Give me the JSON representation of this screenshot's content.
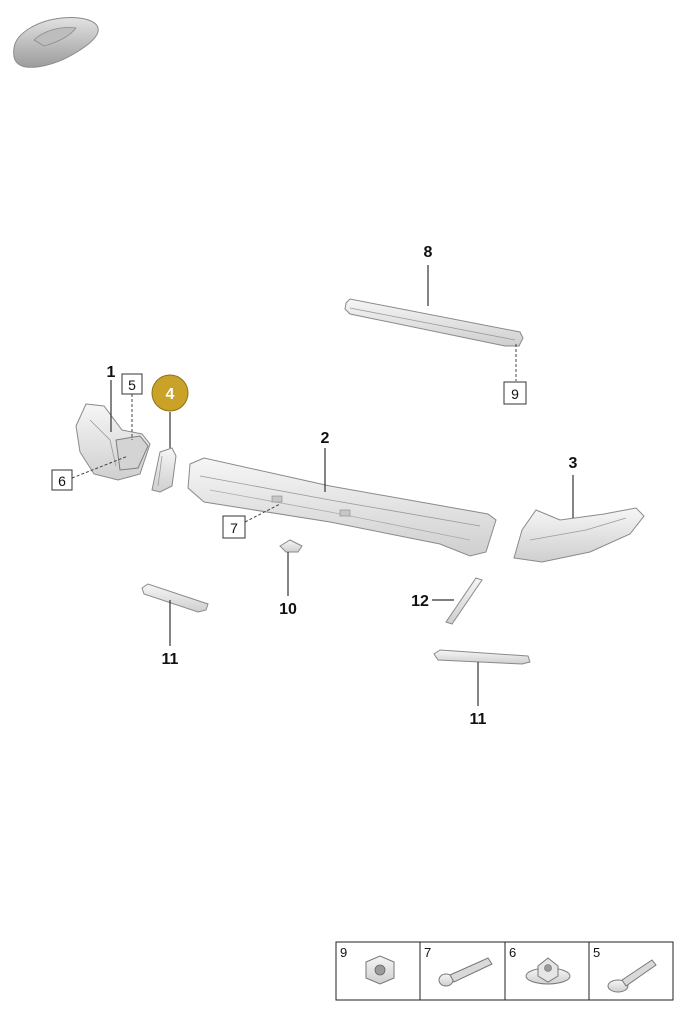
{
  "callouts": {
    "c1": "1",
    "c2": "2",
    "c3": "3",
    "c4": "4",
    "c5": "5",
    "c6": "6",
    "c7": "7",
    "c8": "8",
    "c9": "9",
    "c10": "10",
    "c11a": "11",
    "c11b": "11",
    "c12": "12"
  },
  "highlight": {
    "part": "4",
    "color": "#C9A227"
  },
  "legend": [
    {
      "number": "9",
      "icon": "hex-nut-icon"
    },
    {
      "number": "7",
      "icon": "bolt-icon"
    },
    {
      "number": "6",
      "icon": "flange-nut-icon"
    },
    {
      "number": "5",
      "icon": "flange-screw-icon"
    }
  ]
}
